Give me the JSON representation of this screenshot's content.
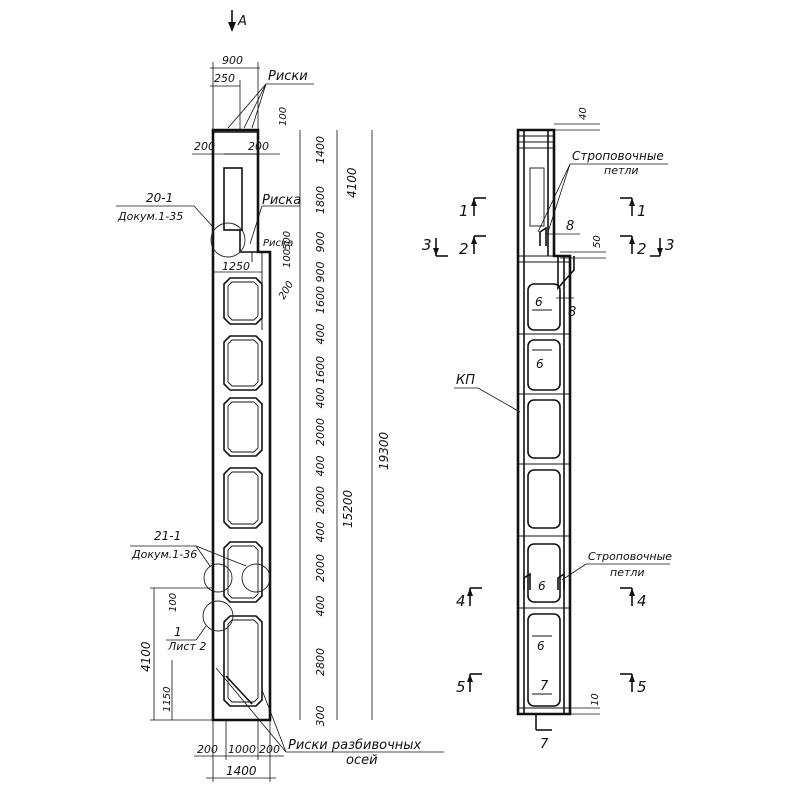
{
  "view_arrow": "A",
  "left_view": {
    "top_dims": {
      "width": "900",
      "offset": "250",
      "left": "200",
      "right": "200"
    },
    "marks_label": "Риски",
    "mark_label": "Риска",
    "small_dims": {
      "d100a": "100",
      "d100b": "100",
      "d500": "500",
      "d200": "200",
      "d1250": "1250"
    },
    "right_dims": [
      "1400",
      "1800",
      "900",
      "900",
      "1600",
      "400",
      "1600",
      "400",
      "2000",
      "400",
      "2000",
      "400",
      "2000",
      "400",
      "2800",
      "300"
    ],
    "overall": {
      "upper": "4100",
      "mid": "15200",
      "total": "19300"
    },
    "left_dims": {
      "d4100": "4100",
      "d1150": "1150",
      "d100": "100"
    },
    "callouts": {
      "c20": {
        "num": "20-1",
        "doc": "Докум.1-35"
      },
      "c21": {
        "num": "21-1",
        "doc": "Докум.1-36"
      },
      "c1": {
        "num": "1",
        "doc": "Лист 2"
      }
    },
    "bottom_dims": {
      "a": "200",
      "b": "1000",
      "c": "200",
      "total": "1400"
    },
    "axis_marks_line1": "Риски разбивочных",
    "axis_marks_line2": "осей"
  },
  "right_view": {
    "top_dim": "40",
    "loops_label_1a": "Строповочные",
    "loops_label_1b": "петли",
    "loops_label_2a": "Строповочные",
    "loops_label_2b": "петли",
    "kp_label": "КП",
    "mark8_upper": "8",
    "mark8_lower": "8",
    "dim50": "50",
    "dim10": "10",
    "sections": {
      "s1_left": "1",
      "s1_right": "1",
      "s2_left": "2",
      "s2_right": "2",
      "s3_left": "3",
      "s3_right": "3",
      "s4_left": "4",
      "s4_right": "4",
      "s5_left": "5",
      "s5_right": "5"
    },
    "nodes": {
      "n6a": "6",
      "n6b": "6",
      "n6c": "6",
      "n6d": "6",
      "n7": "7",
      "n7b": "7"
    }
  }
}
